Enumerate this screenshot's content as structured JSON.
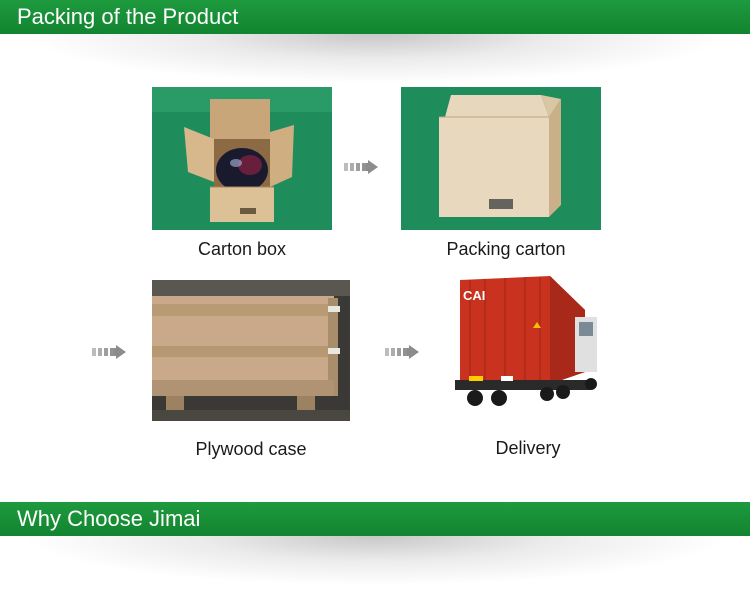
{
  "sections": {
    "packing_title": "Packing of the Product",
    "why_title": "Why Choose Jimai"
  },
  "steps": [
    {
      "label": "Carton box",
      "image": "open carton box with product"
    },
    {
      "label": "Packing carton",
      "image": "sealed cardboard carton"
    },
    {
      "label": "Plywood case",
      "image": "wooden plywood crate"
    },
    {
      "label": "Delivery",
      "image": "red container truck"
    }
  ],
  "truck": {
    "container_mark": "CAI"
  },
  "colors": {
    "banner_green": "#178f37",
    "arrow_gray": "#8c8c8c",
    "photo_green_bg": "#1f8a58"
  }
}
